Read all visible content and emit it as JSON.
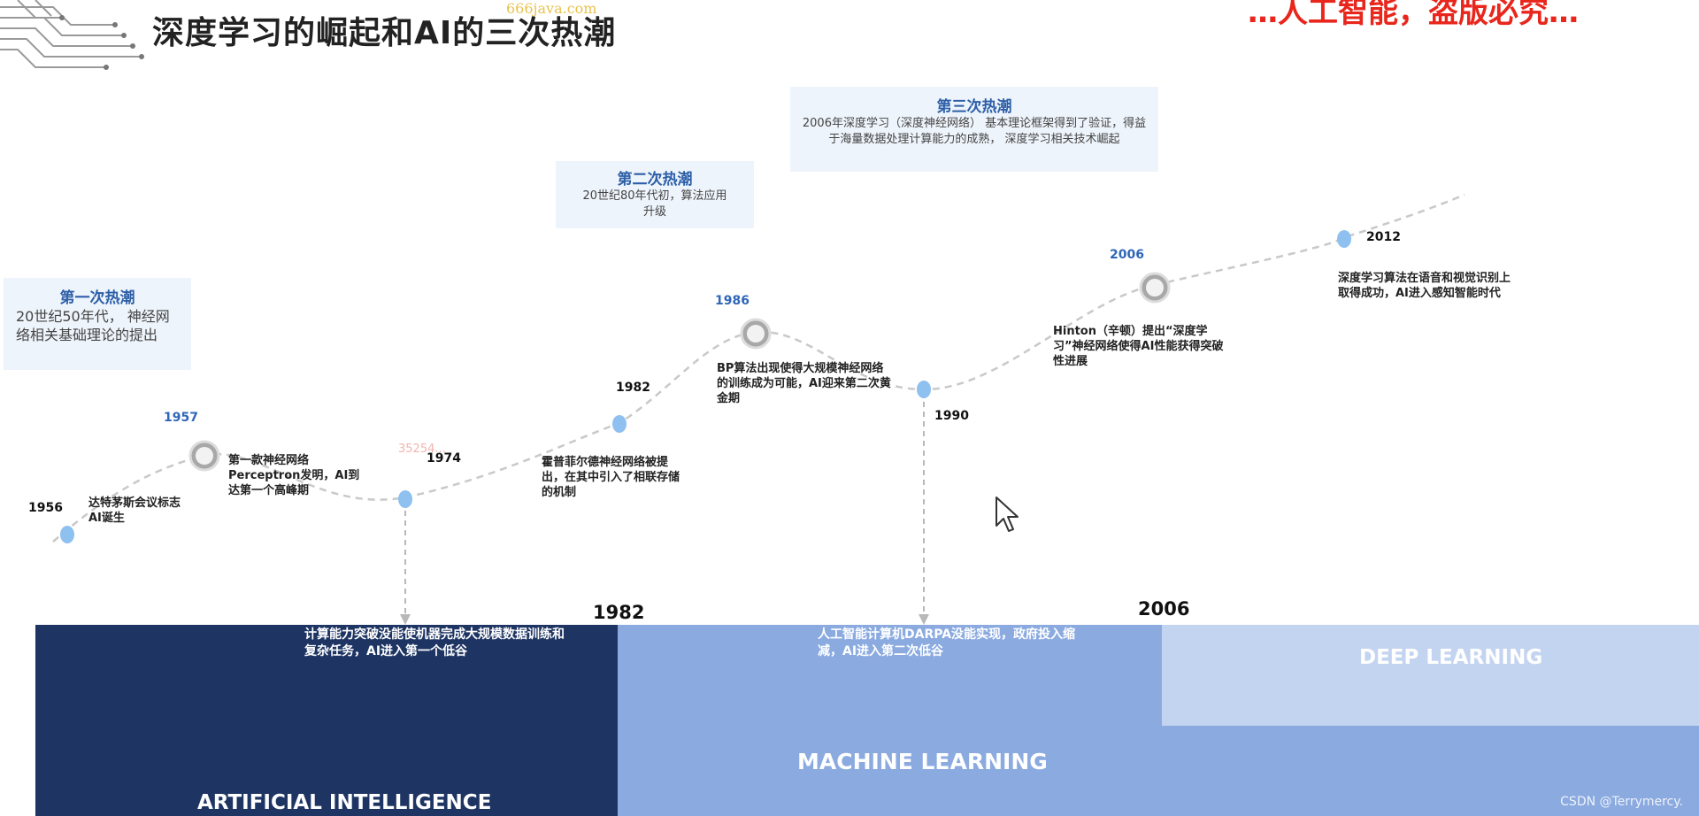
{
  "header": {
    "title": "深度学习的崛起和AI的三次热潮",
    "watermark": "666java.com",
    "top_right_text": "…人工智能，盗版必究…"
  },
  "waves": [
    {
      "title": "第一次热潮",
      "desc": "20世纪50年代， 神经网络相关基础理论的提出"
    },
    {
      "title": "第二次热潮",
      "desc": "20世纪80年代初，算法应用升级"
    },
    {
      "title": "第三次热潮",
      "desc": "2006年深度学习（深度神经网络） 基本理论框架得到了验证，得益于海量数据处理计算能力的成熟， 深度学习相关技术崛起"
    }
  ],
  "timeline": {
    "events": [
      {
        "year": "1956",
        "text": "达特茅斯会议标志AI诞生"
      },
      {
        "year": "1957",
        "text": "第一款神经网络Perceptron发明，AI到达第一个高峰期"
      },
      {
        "year": "1974",
        "text": ""
      },
      {
        "year": "1982",
        "text": "霍普菲尔德神经网络被提出，在其中引入了相联存储的机制"
      },
      {
        "year": "1986",
        "text": "BP算法出现使得大规模神经网络的训练成为可能，AI迎来第二次黄金期"
      },
      {
        "year": "1990",
        "text": ""
      },
      {
        "year": "2006",
        "text": "Hinton（辛顿）提出“深度学习”神经网络使得AI性能获得突破性进展"
      },
      {
        "year": "2012",
        "text": "深度学习算法在语音和视觉识别上取得成功，AI进入感知智能时代"
      }
    ],
    "faint_mark": "35254..."
  },
  "bands": {
    "ai_label": "ARTIFICIAL INTELLIGENCE",
    "ml_label": "MACHINE LEARNING",
    "dl_label": "DEEP LEARNING",
    "ai_year": "1982",
    "ml_year": "2006",
    "trough1": "计算能力突破没能使机器完成大规模数据训练和复杂任务，AI进入第一个低谷",
    "trough2": "人工智能计算机DARPA没能实现，政府投入缩减，AI进入第二次低谷"
  },
  "footer": {
    "credit": "CSDN @Terrymercy."
  },
  "colors": {
    "ai_band": "#1e3563",
    "ml_band": "#8aaae0",
    "dl_band": "#c3d4f1",
    "point_blue": "#8ec0f0",
    "wave_title": "#2d5fa8",
    "watermark_red": "#e8261c"
  }
}
